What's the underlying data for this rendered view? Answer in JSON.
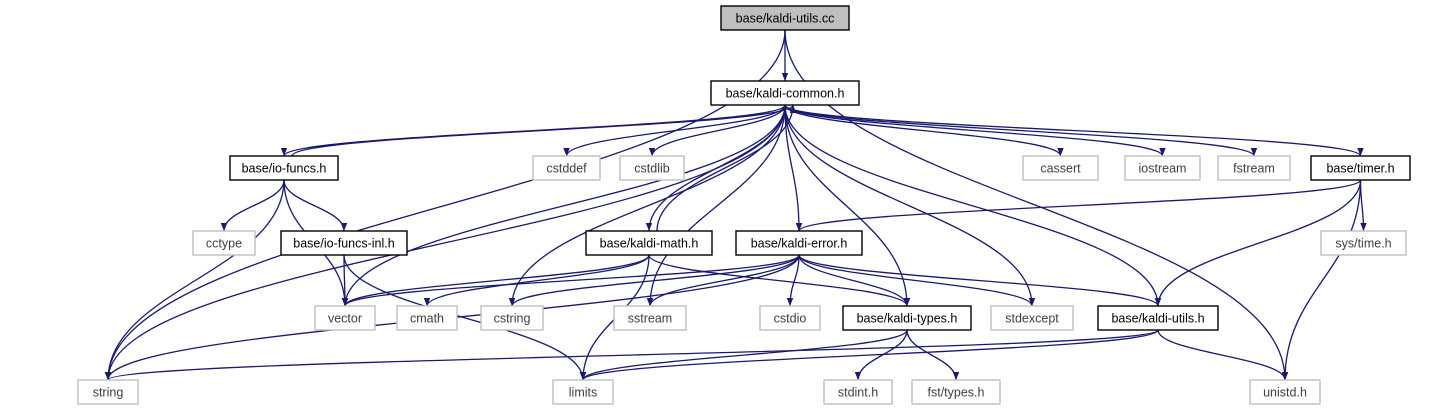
{
  "colors": {
    "edge": "#191970",
    "root_fill": "#bfbfbf",
    "node_border": "#000000",
    "external_border": "#bfbfbf",
    "external_text": "#404040",
    "text": "#000000"
  },
  "nodes": {
    "kaldi_utils_cc": {
      "label": "base/kaldi-utils.cc",
      "kind": "root"
    },
    "kaldi_common_h": {
      "label": "base/kaldi-common.h",
      "kind": "internal"
    },
    "io_funcs_h": {
      "label": "base/io-funcs.h",
      "kind": "internal"
    },
    "cstddef": {
      "label": "cstddef",
      "kind": "external"
    },
    "cstdlib": {
      "label": "cstdlib",
      "kind": "external"
    },
    "cassert": {
      "label": "cassert",
      "kind": "external"
    },
    "iostream": {
      "label": "iostream",
      "kind": "external"
    },
    "fstream": {
      "label": "fstream",
      "kind": "external"
    },
    "timer_h": {
      "label": "base/timer.h",
      "kind": "internal"
    },
    "cctype": {
      "label": "cctype",
      "kind": "external"
    },
    "io_funcs_inl_h": {
      "label": "base/io-funcs-inl.h",
      "kind": "internal"
    },
    "kaldi_math_h": {
      "label": "base/kaldi-math.h",
      "kind": "internal"
    },
    "kaldi_error_h": {
      "label": "base/kaldi-error.h",
      "kind": "internal"
    },
    "sys_time_h": {
      "label": "sys/time.h",
      "kind": "external"
    },
    "vector": {
      "label": "vector",
      "kind": "external"
    },
    "cmath": {
      "label": "cmath",
      "kind": "external"
    },
    "cstring": {
      "label": "cstring",
      "kind": "external"
    },
    "sstream": {
      "label": "sstream",
      "kind": "external"
    },
    "cstdio": {
      "label": "cstdio",
      "kind": "external"
    },
    "kaldi_types_h": {
      "label": "base/kaldi-types.h",
      "kind": "internal"
    },
    "stdexcept": {
      "label": "stdexcept",
      "kind": "external"
    },
    "kaldi_utils_h": {
      "label": "base/kaldi-utils.h",
      "kind": "internal"
    },
    "string": {
      "label": "string",
      "kind": "external"
    },
    "limits": {
      "label": "limits",
      "kind": "external"
    },
    "stdint_h": {
      "label": "stdint.h",
      "kind": "external"
    },
    "fst_types_h": {
      "label": "fst/types.h",
      "kind": "external"
    },
    "unistd_h": {
      "label": "unistd.h",
      "kind": "external"
    }
  },
  "edges": [
    [
      "kaldi_utils_cc",
      "kaldi_common_h"
    ],
    [
      "kaldi_utils_cc",
      "string"
    ],
    [
      "kaldi_utils_cc",
      "unistd_h"
    ],
    [
      "kaldi_common_h",
      "io_funcs_h"
    ],
    [
      "io_funcs_h",
      "kaldi_common_h"
    ],
    [
      "kaldi_common_h",
      "cstddef"
    ],
    [
      "kaldi_common_h",
      "cstdlib"
    ],
    [
      "kaldi_common_h",
      "cassert"
    ],
    [
      "kaldi_common_h",
      "iostream"
    ],
    [
      "kaldi_common_h",
      "fstream"
    ],
    [
      "kaldi_common_h",
      "timer_h"
    ],
    [
      "kaldi_common_h",
      "string"
    ],
    [
      "kaldi_common_h",
      "vector"
    ],
    [
      "kaldi_common_h",
      "cstring"
    ],
    [
      "kaldi_common_h",
      "sstream"
    ],
    [
      "kaldi_common_h",
      "kaldi_math_h"
    ],
    [
      "kaldi_math_h",
      "kaldi_common_h"
    ],
    [
      "kaldi_common_h",
      "kaldi_error_h"
    ],
    [
      "kaldi_common_h",
      "kaldi_types_h"
    ],
    [
      "kaldi_common_h",
      "stdexcept"
    ],
    [
      "kaldi_common_h",
      "kaldi_utils_h"
    ],
    [
      "io_funcs_h",
      "cctype"
    ],
    [
      "io_funcs_h",
      "io_funcs_inl_h"
    ],
    [
      "io_funcs_h",
      "string"
    ],
    [
      "io_funcs_h",
      "vector"
    ],
    [
      "io_funcs_inl_h",
      "vector"
    ],
    [
      "io_funcs_inl_h",
      "limits"
    ],
    [
      "timer_h",
      "kaldi_error_h"
    ],
    [
      "timer_h",
      "sys_time_h"
    ],
    [
      "timer_h",
      "kaldi_utils_h"
    ],
    [
      "timer_h",
      "unistd_h"
    ],
    [
      "kaldi_math_h",
      "vector"
    ],
    [
      "kaldi_math_h",
      "cmath"
    ],
    [
      "kaldi_math_h",
      "limits"
    ],
    [
      "kaldi_math_h",
      "kaldi_types_h"
    ],
    [
      "kaldi_error_h",
      "vector"
    ],
    [
      "kaldi_error_h",
      "cstring"
    ],
    [
      "kaldi_error_h",
      "sstream"
    ],
    [
      "kaldi_error_h",
      "cstdio"
    ],
    [
      "kaldi_error_h",
      "kaldi_types_h"
    ],
    [
      "kaldi_error_h",
      "stdexcept"
    ],
    [
      "kaldi_error_h",
      "kaldi_utils_h"
    ],
    [
      "kaldi_error_h",
      "string"
    ],
    [
      "kaldi_types_h",
      "stdint_h"
    ],
    [
      "kaldi_types_h",
      "fst_types_h"
    ],
    [
      "kaldi_types_h",
      "limits"
    ],
    [
      "kaldi_utils_h",
      "string"
    ],
    [
      "kaldi_utils_h",
      "limits"
    ],
    [
      "kaldi_utils_h",
      "unistd_h"
    ]
  ]
}
